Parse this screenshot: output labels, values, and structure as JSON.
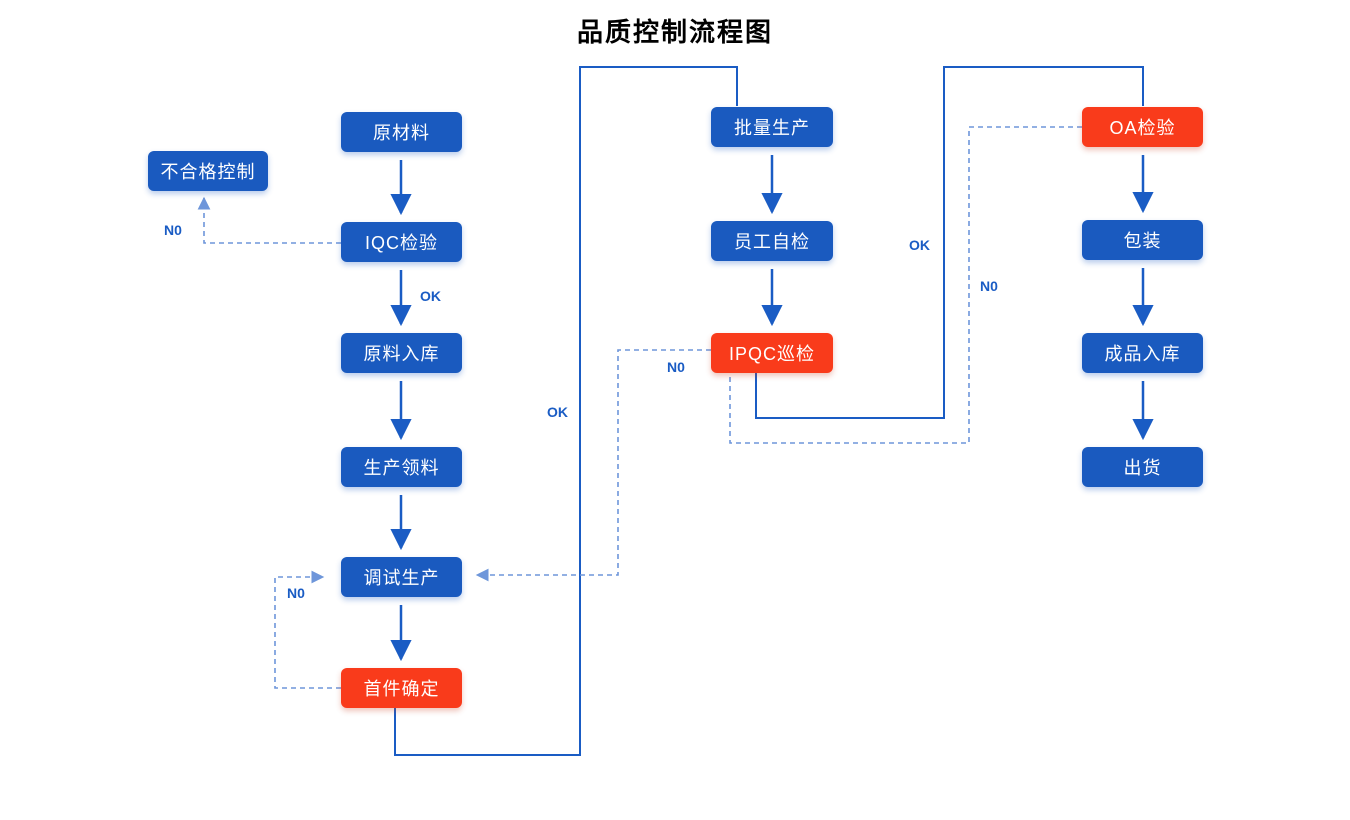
{
  "title": "品质控制流程图",
  "colors": {
    "blue": "#1A5ABF",
    "red": "#F93B1B",
    "line": "#1A5CC4",
    "dashed": "#6E96DA"
  },
  "nodes": {
    "unqualified_control": {
      "label": "不合格控制",
      "type": "blue"
    },
    "raw_material": {
      "label": "原材料",
      "type": "blue"
    },
    "iqc_inspection": {
      "label": "IQC检验",
      "type": "blue"
    },
    "material_warehousing": {
      "label": "原料入库",
      "type": "blue"
    },
    "production_picking": {
      "label": "生产领料",
      "type": "blue"
    },
    "trial_production": {
      "label": "调试生产",
      "type": "blue"
    },
    "first_article_confirm": {
      "label": "首件确定",
      "type": "red"
    },
    "mass_production": {
      "label": "批量生产",
      "type": "blue"
    },
    "employee_self_check": {
      "label": "员工自检",
      "type": "blue"
    },
    "ipqc_patrol": {
      "label": "IPQC巡检",
      "type": "red"
    },
    "oa_inspection": {
      "label": "OA检验",
      "type": "red"
    },
    "packaging": {
      "label": "包装",
      "type": "blue"
    },
    "finished_warehousing": {
      "label": "成品入库",
      "type": "blue"
    },
    "shipment": {
      "label": "出货",
      "type": "blue"
    }
  },
  "edge_labels": {
    "iqc_ok": "OK",
    "first_ok": "OK",
    "ipqc_ok": "OK",
    "iqc_no": "N0",
    "first_no": "N0",
    "ipqc_no": "N0",
    "oa_no": "N0"
  },
  "edges": [
    {
      "from": "原材料",
      "to": "IQC检验"
    },
    {
      "from": "IQC检验",
      "to": "原料入库",
      "label": "OK"
    },
    {
      "from": "IQC检验",
      "to": "不合格控制",
      "label": "N0",
      "style": "dashed"
    },
    {
      "from": "原料入库",
      "to": "生产领料"
    },
    {
      "from": "生产领料",
      "to": "调试生产"
    },
    {
      "from": "调试生产",
      "to": "首件确定"
    },
    {
      "from": "首件确定",
      "to": "批量生产",
      "label": "OK"
    },
    {
      "from": "首件确定",
      "to": "调试生产",
      "label": "N0",
      "style": "dashed"
    },
    {
      "from": "批量生产",
      "to": "员工自检"
    },
    {
      "from": "员工自检",
      "to": "IPQC巡检"
    },
    {
      "from": "IPQC巡检",
      "to": "OA检验",
      "label": "OK"
    },
    {
      "from": "IPQC巡检",
      "to": "调试生产",
      "label": "N0",
      "style": "dashed"
    },
    {
      "from": "OA检验",
      "to": "IPQC巡检",
      "label": "N0",
      "style": "dashed"
    },
    {
      "from": "OA检验",
      "to": "包装"
    },
    {
      "from": "包装",
      "to": "成品入库"
    },
    {
      "from": "成品入库",
      "to": "出货"
    }
  ]
}
